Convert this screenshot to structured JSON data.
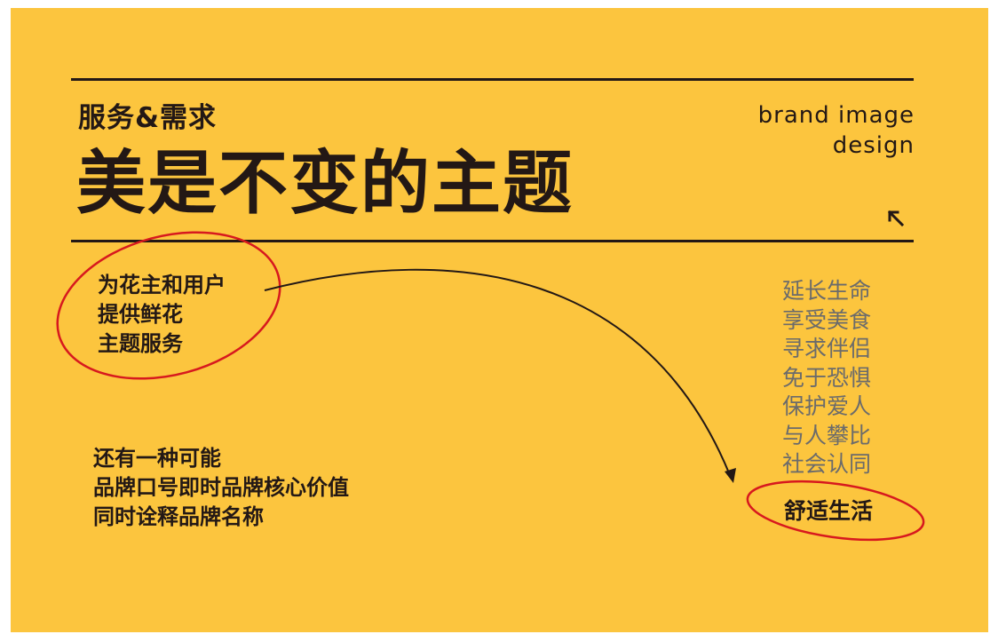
{
  "header": {
    "subtitle": "服务&需求",
    "title": "美是不变的主题",
    "brand_line1": "brand image",
    "brand_line2": "design",
    "corner_icon": "arrow-up-left-icon"
  },
  "services": {
    "lines": [
      "为花主和用户",
      "提供鲜花",
      "主题服务"
    ]
  },
  "possibility": {
    "lines": [
      "还有一种可能",
      "品牌口号即时品牌核心价值",
      "同时诠释品牌名称"
    ]
  },
  "needs": {
    "lines": [
      "延长生命",
      "享受美食",
      "寻求伴侣",
      "免于恐惧",
      "保护爱人",
      "与人攀比",
      "社会认同"
    ]
  },
  "highlight": {
    "text": "舒适生活"
  },
  "colors": {
    "background": "#FCC53E",
    "ink": "#231815",
    "muted": "#6b6b6b",
    "annotation_red": "#D7191E"
  }
}
